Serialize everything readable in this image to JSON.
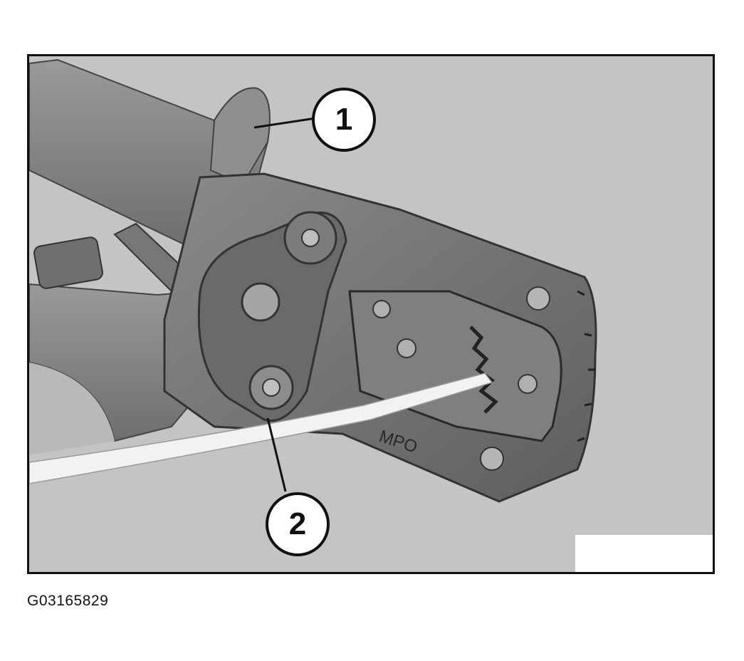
{
  "image": {
    "subject": "crimping pliers with wire inserted in jaws",
    "dominant_colors": {
      "background": "#c4c4c4",
      "tool_metal": "#7a7a7a",
      "handle": "#8c8c8c",
      "wire": "#f2f2f2",
      "outline": "#111111"
    }
  },
  "callouts": [
    {
      "label": "1"
    },
    {
      "label": "2"
    }
  ],
  "die_marking": "MPO",
  "figure_id": "G03165829"
}
